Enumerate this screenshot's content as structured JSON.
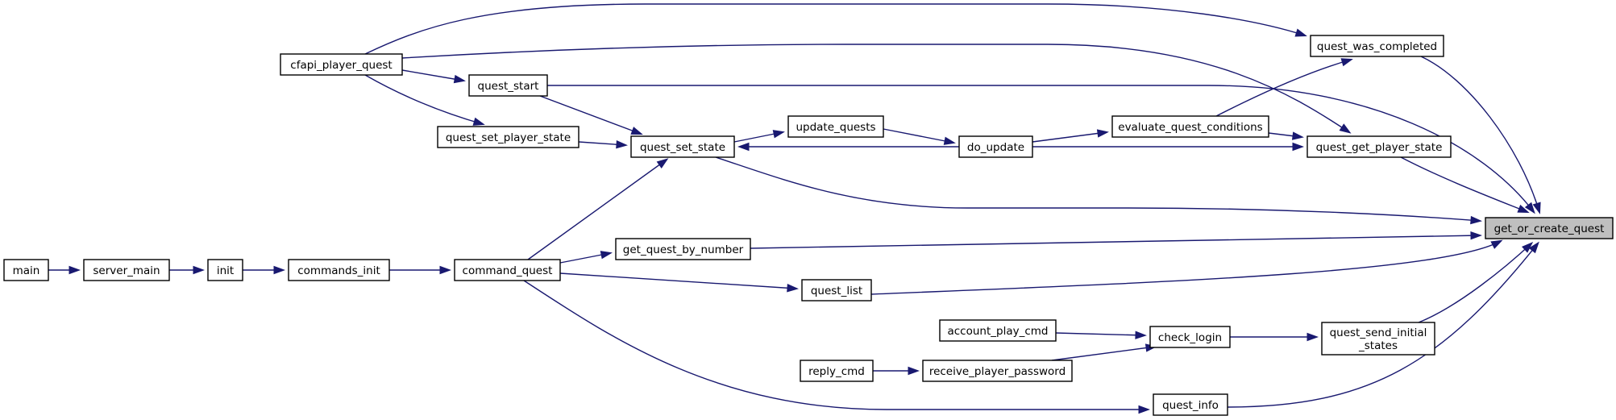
{
  "graph": {
    "title": "",
    "root": "get_or_create_quest",
    "nodes": [
      {
        "id": "get_or_create_quest",
        "label": "get_or_create_quest",
        "highlight": true
      },
      {
        "id": "quest_was_completed",
        "label": "quest_was_completed"
      },
      {
        "id": "cfapi_player_quest",
        "label": "cfapi_player_quest"
      },
      {
        "id": "quest_start",
        "label": "quest_start"
      },
      {
        "id": "quest_set_player_state",
        "label": "quest_set_player_state"
      },
      {
        "id": "quest_set_state",
        "label": "quest_set_state"
      },
      {
        "id": "update_quests",
        "label": "update_quests"
      },
      {
        "id": "do_update",
        "label": "do_update"
      },
      {
        "id": "evaluate_quest_conditions",
        "label": "evaluate_quest_conditions"
      },
      {
        "id": "quest_get_player_state",
        "label": "quest_get_player_state"
      },
      {
        "id": "get_quest_by_number",
        "label": "get_quest_by_number"
      },
      {
        "id": "command_quest",
        "label": "command_quest"
      },
      {
        "id": "commands_init",
        "label": "commands_init"
      },
      {
        "id": "init",
        "label": "init"
      },
      {
        "id": "server_main",
        "label": "server_main"
      },
      {
        "id": "main",
        "label": "main"
      },
      {
        "id": "quest_list",
        "label": "quest_list"
      },
      {
        "id": "account_play_cmd",
        "label": "account_play_cmd"
      },
      {
        "id": "check_login",
        "label": "check_login"
      },
      {
        "id": "quest_send_initial_states",
        "label": "quest_send_initial\n_states"
      },
      {
        "id": "reply_cmd",
        "label": "reply_cmd"
      },
      {
        "id": "receive_player_password",
        "label": "receive_player_password"
      },
      {
        "id": "quest_info",
        "label": "quest_info"
      }
    ],
    "edges": [
      {
        "from": "quest_was_completed",
        "to": "get_or_create_quest"
      },
      {
        "from": "quest_start",
        "to": "get_or_create_quest"
      },
      {
        "from": "quest_get_player_state",
        "to": "get_or_create_quest"
      },
      {
        "from": "quest_set_state",
        "to": "get_or_create_quest"
      },
      {
        "from": "get_quest_by_number",
        "to": "get_or_create_quest"
      },
      {
        "from": "quest_list",
        "to": "get_or_create_quest"
      },
      {
        "from": "quest_send_initial_states",
        "to": "get_or_create_quest"
      },
      {
        "from": "quest_info",
        "to": "get_or_create_quest"
      },
      {
        "from": "cfapi_player_quest",
        "to": "quest_was_completed"
      },
      {
        "from": "evaluate_quest_conditions",
        "to": "quest_was_completed"
      },
      {
        "from": "cfapi_player_quest",
        "to": "quest_start"
      },
      {
        "from": "cfapi_player_quest",
        "to": "quest_set_player_state"
      },
      {
        "from": "cfapi_player_quest",
        "to": "quest_get_player_state"
      },
      {
        "from": "quest_start",
        "to": "quest_set_state"
      },
      {
        "from": "quest_set_player_state",
        "to": "quest_set_state"
      },
      {
        "from": "do_update",
        "to": "quest_set_state"
      },
      {
        "from": "command_quest",
        "to": "quest_set_state"
      },
      {
        "from": "quest_set_state",
        "to": "update_quests"
      },
      {
        "from": "update_quests",
        "to": "do_update"
      },
      {
        "from": "do_update",
        "to": "evaluate_quest_conditions"
      },
      {
        "from": "do_update",
        "to": "quest_get_player_state"
      },
      {
        "from": "evaluate_quest_conditions",
        "to": "quest_get_player_state"
      },
      {
        "from": "command_quest",
        "to": "get_quest_by_number"
      },
      {
        "from": "command_quest",
        "to": "quest_list"
      },
      {
        "from": "command_quest",
        "to": "quest_info"
      },
      {
        "from": "commands_init",
        "to": "command_quest"
      },
      {
        "from": "init",
        "to": "commands_init"
      },
      {
        "from": "server_main",
        "to": "init"
      },
      {
        "from": "main",
        "to": "server_main"
      },
      {
        "from": "check_login",
        "to": "quest_send_initial_states"
      },
      {
        "from": "account_play_cmd",
        "to": "check_login"
      },
      {
        "from": "receive_player_password",
        "to": "check_login"
      },
      {
        "from": "reply_cmd",
        "to": "receive_player_password"
      }
    ]
  }
}
